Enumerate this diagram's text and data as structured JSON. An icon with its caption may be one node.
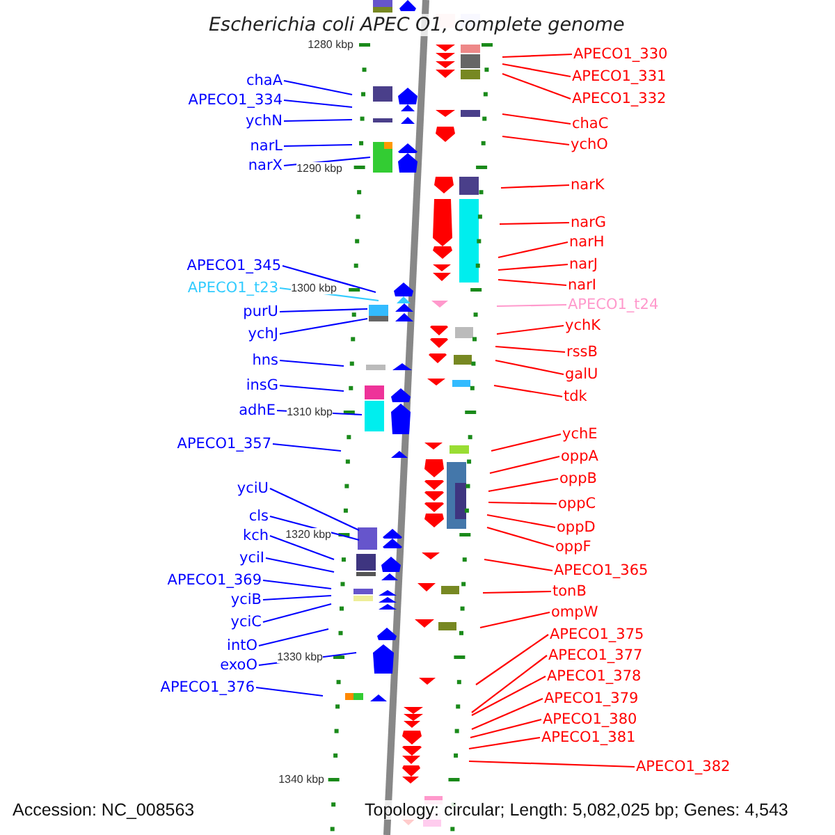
{
  "diagram": {
    "title": "Escherichia coli APEC O1, complete genome",
    "nodes": [
      {
        "text": [
          "chaA"
        ]
      },
      {
        "text": [
          "APECO1_334"
        ]
      },
      {
        "text": [
          "ychN"
        ]
      },
      {
        "text": [
          "narL"
        ]
      },
      {
        "text": [
          "narX"
        ]
      },
      {
        "text": [
          "APECO1_345"
        ]
      },
      {
        "text": [
          "APECO1_t23"
        ]
      },
      {
        "text": [
          "purU"
        ]
      },
      {
        "text": [
          "ychJ"
        ]
      },
      {
        "text": [
          "hns"
        ]
      },
      {
        "text": [
          "insG"
        ]
      },
      {
        "text": [
          "adhE"
        ]
      },
      {
        "text": [
          "APECO1_357"
        ]
      },
      {
        "text": [
          "yciU"
        ]
      },
      {
        "text": [
          "cls"
        ]
      },
      {
        "text": [
          "kch"
        ]
      },
      {
        "text": [
          "yciI"
        ]
      },
      {
        "text": [
          "APECO1_369"
        ]
      },
      {
        "text": [
          "yciB"
        ]
      },
      {
        "text": [
          "yciC"
        ]
      },
      {
        "text": [
          "intO"
        ]
      },
      {
        "text": [
          "exoO"
        ]
      },
      {
        "text": [
          "APECO1_376"
        ]
      },
      {
        "text": [
          "APECO1_330"
        ]
      },
      {
        "text": [
          "APECO1_331"
        ]
      },
      {
        "text": [
          "APECO1_332"
        ]
      },
      {
        "text": [
          "chaC"
        ]
      },
      {
        "text": [
          "ychO"
        ]
      },
      {
        "text": [
          "narK"
        ]
      },
      {
        "text": [
          "narG"
        ]
      },
      {
        "text": [
          "narH"
        ]
      },
      {
        "text": [
          "narJ"
        ]
      },
      {
        "text": [
          "narI"
        ]
      },
      {
        "text": [
          "APECO1_t24"
        ]
      },
      {
        "text": [
          "ychK"
        ]
      },
      {
        "text": [
          "rssB"
        ]
      },
      {
        "text": [
          "galU"
        ]
      },
      {
        "text": [
          "tdk"
        ]
      },
      {
        "text": [
          "ychE"
        ]
      },
      {
        "text": [
          "oppA"
        ]
      },
      {
        "text": [
          "oppB"
        ]
      },
      {
        "text": [
          "oppC"
        ]
      },
      {
        "text": [
          "oppD"
        ]
      },
      {
        "text": [
          "oppF"
        ]
      },
      {
        "text": [
          "APECO1_365"
        ]
      },
      {
        "text": [
          "tonB"
        ]
      },
      {
        "text": [
          "ompW"
        ]
      },
      {
        "text": [
          "APECO1_375"
        ]
      },
      {
        "text": [
          "APECO1_377"
        ]
      },
      {
        "text": [
          "APECO1_378"
        ]
      },
      {
        "text": [
          "APECO1_379"
        ]
      },
      {
        "text": [
          "APECO1_380"
        ]
      },
      {
        "text": [
          "APECO1_381"
        ]
      },
      {
        "text": [
          "APECO1_382"
        ]
      }
    ],
    "edges": [
      {
        "from": 0,
        "to": null,
        "arrow": "none",
        "color": "#0000ff"
      },
      {
        "from": 1,
        "to": null,
        "arrow": "none",
        "color": "#0000ff"
      },
      {
        "from": 2,
        "to": null,
        "arrow": "none",
        "color": "#0000ff"
      },
      {
        "from": 3,
        "to": null,
        "arrow": "none",
        "color": "#0000ff"
      },
      {
        "from": 4,
        "to": null,
        "arrow": "none",
        "color": "#0000ff"
      },
      {
        "from": 5,
        "to": null,
        "arrow": "none",
        "color": "#0000ff"
      },
      {
        "from": 6,
        "to": null,
        "arrow": "none",
        "color": "#33ccff"
      },
      {
        "from": 7,
        "to": null,
        "arrow": "none",
        "color": "#0000ff"
      },
      {
        "from": 8,
        "to": null,
        "arrow": "none",
        "color": "#0000ff"
      },
      {
        "from": 9,
        "to": null,
        "arrow": "none",
        "color": "#0000ff"
      },
      {
        "from": 10,
        "to": null,
        "arrow": "none",
        "color": "#0000ff"
      },
      {
        "from": 11,
        "to": null,
        "arrow": "none",
        "color": "#0000ff"
      },
      {
        "from": 12,
        "to": null,
        "arrow": "none",
        "color": "#0000ff"
      },
      {
        "from": 13,
        "to": null,
        "arrow": "none",
        "color": "#0000ff"
      },
      {
        "from": 14,
        "to": null,
        "arrow": "none",
        "color": "#0000ff"
      },
      {
        "from": 15,
        "to": null,
        "arrow": "none",
        "color": "#0000ff"
      },
      {
        "from": 16,
        "to": null,
        "arrow": "none",
        "color": "#0000ff"
      },
      {
        "from": 17,
        "to": null,
        "arrow": "none",
        "color": "#0000ff"
      },
      {
        "from": 18,
        "to": null,
        "arrow": "none",
        "color": "#0000ff"
      },
      {
        "from": 19,
        "to": null,
        "arrow": "none",
        "color": "#0000ff"
      },
      {
        "from": 20,
        "to": null,
        "arrow": "none",
        "color": "#0000ff"
      },
      {
        "from": 21,
        "to": null,
        "arrow": "none",
        "color": "#0000ff"
      },
      {
        "from": 22,
        "to": null,
        "arrow": "none",
        "color": "#0000ff"
      },
      {
        "from": 23,
        "to": null,
        "arrow": "none"
      },
      {
        "from": 24,
        "to": null,
        "arrow": "none"
      },
      {
        "from": 25,
        "to": null,
        "arrow": "none"
      },
      {
        "from": 26,
        "to": null,
        "arrow": "none"
      },
      {
        "from": 27,
        "to": null,
        "arrow": "none"
      },
      {
        "from": 28,
        "to": null,
        "arrow": "none"
      },
      {
        "from": 29,
        "to": null,
        "arrow": "none"
      },
      {
        "from": 30,
        "to": null,
        "arrow": "none"
      },
      {
        "from": 31,
        "to": null,
        "arrow": "none"
      },
      {
        "from": 32,
        "to": null,
        "arrow": "none"
      },
      {
        "from": 33,
        "to": null,
        "arrow": "none",
        "color": "#ff99cc"
      },
      {
        "from": 34,
        "to": null,
        "arrow": "none"
      },
      {
        "from": 35,
        "to": null,
        "arrow": "none"
      },
      {
        "from": 36,
        "to": null,
        "arrow": "none"
      },
      {
        "from": 37,
        "to": null,
        "arrow": "none"
      },
      {
        "from": 38,
        "to": null,
        "arrow": "none"
      },
      {
        "from": 39,
        "to": null,
        "arrow": "none"
      },
      {
        "from": 40,
        "to": null,
        "arrow": "none"
      },
      {
        "from": 41,
        "to": null,
        "arrow": "none"
      },
      {
        "from": 42,
        "to": null,
        "arrow": "none"
      },
      {
        "from": 43,
        "to": null,
        "arrow": "none"
      },
      {
        "from": 44,
        "to": null,
        "arrow": "none"
      },
      {
        "from": 45,
        "to": null,
        "arrow": "none"
      },
      {
        "from": 46,
        "to": null,
        "arrow": "none"
      },
      {
        "from": 47,
        "to": null,
        "arrow": "none"
      },
      {
        "from": 48,
        "to": null,
        "arrow": "none"
      },
      {
        "from": 49,
        "to": null,
        "arrow": "none"
      },
      {
        "from": 50,
        "to": null,
        "arrow": "none"
      },
      {
        "from": 51,
        "to": null,
        "arrow": "none"
      },
      {
        "from": 52,
        "to": null,
        "arrow": "none"
      },
      {
        "from": 53,
        "to": null,
        "arrow": "none"
      }
    ],
    "labels": [
      "1280 kbp",
      "1290 kbp",
      "1300 kbp",
      "1310 kbp",
      "1320 kbp",
      "1330 kbp",
      "1340 kbp",
      "Accession: NC_008563",
      "Topology: circular; Length: 5,082,025 bp; Genes: 4,543"
    ]
  }
}
